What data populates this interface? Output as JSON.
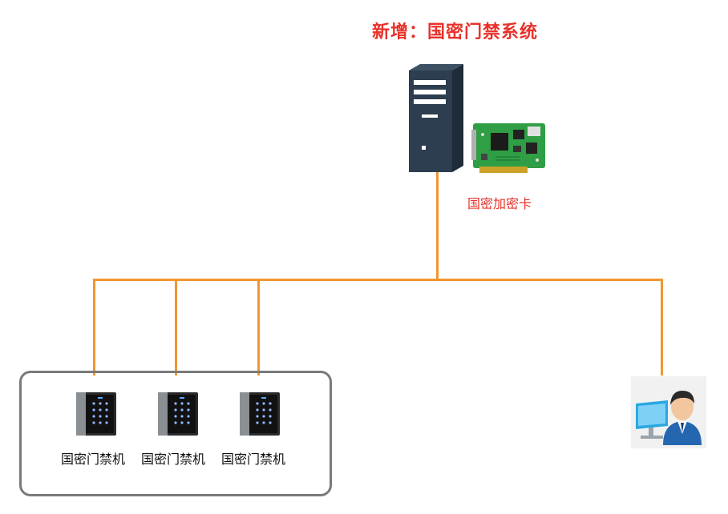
{
  "title": "新增：国密门禁系统",
  "card_label": "国密加密卡",
  "devices": [
    {
      "label": "国密门禁机"
    },
    {
      "label": "国密门禁机"
    },
    {
      "label": "国密门禁机"
    }
  ],
  "icons": {
    "server": "server-tower-icon",
    "card": "encryption-card-icon",
    "reader": "keypad-access-reader-icon",
    "user": "user-workstation-icon"
  },
  "colors": {
    "title": "#e8312a",
    "wire": "#f29630",
    "box": "#7a7a7a"
  }
}
